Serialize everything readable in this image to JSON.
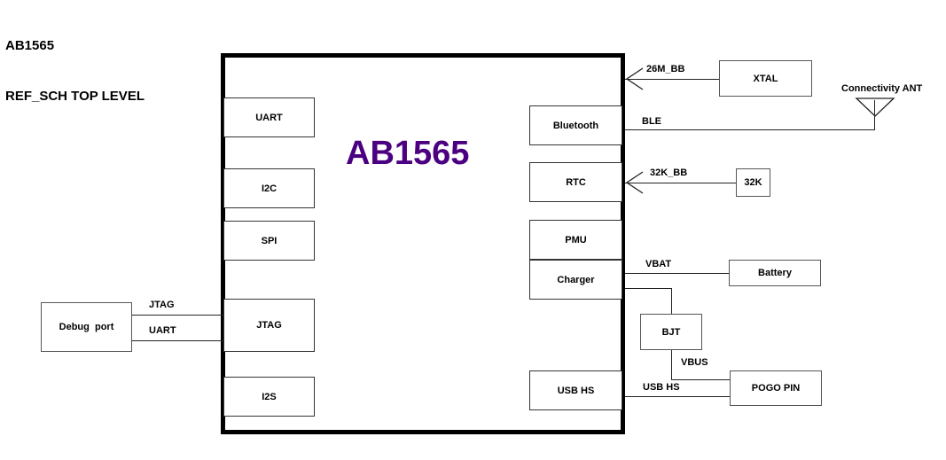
{
  "title": {
    "line1": "AB1565",
    "line2": "REF_SCH TOP LEVEL"
  },
  "colors": {
    "chip_label": "#4B0082",
    "chip_border": "#000000",
    "wire": "#222222",
    "box_border": "#808080"
  },
  "chip": {
    "label": "AB1565",
    "internal_left_blocks": [
      {
        "label": "UART"
      },
      {
        "label": "I2C"
      },
      {
        "label": "SPI"
      },
      {
        "label": "JTAG"
      },
      {
        "label": "I2S"
      }
    ],
    "internal_right_blocks": [
      {
        "label": "Bluetooth"
      },
      {
        "label": "RTC"
      },
      {
        "label": "PMU"
      },
      {
        "label": "Charger"
      },
      {
        "label": "USB HS"
      }
    ]
  },
  "external_blocks": [
    {
      "label": "Debug  port"
    },
    {
      "label": "XTAL"
    },
    {
      "label": "32K"
    },
    {
      "label": "Battery"
    },
    {
      "label": "BJT"
    },
    {
      "label": "POGO PIN"
    }
  ],
  "net_labels": {
    "jtag": "JTAG",
    "uart": "UART",
    "clk_26m": "26M_BB",
    "ble": "BLE",
    "clk_32k": "32K_BB",
    "vbat": "VBAT",
    "vbus": "VBUS",
    "usb_hs": "USB HS"
  },
  "antenna": {
    "label": "Connectivity ANT"
  }
}
